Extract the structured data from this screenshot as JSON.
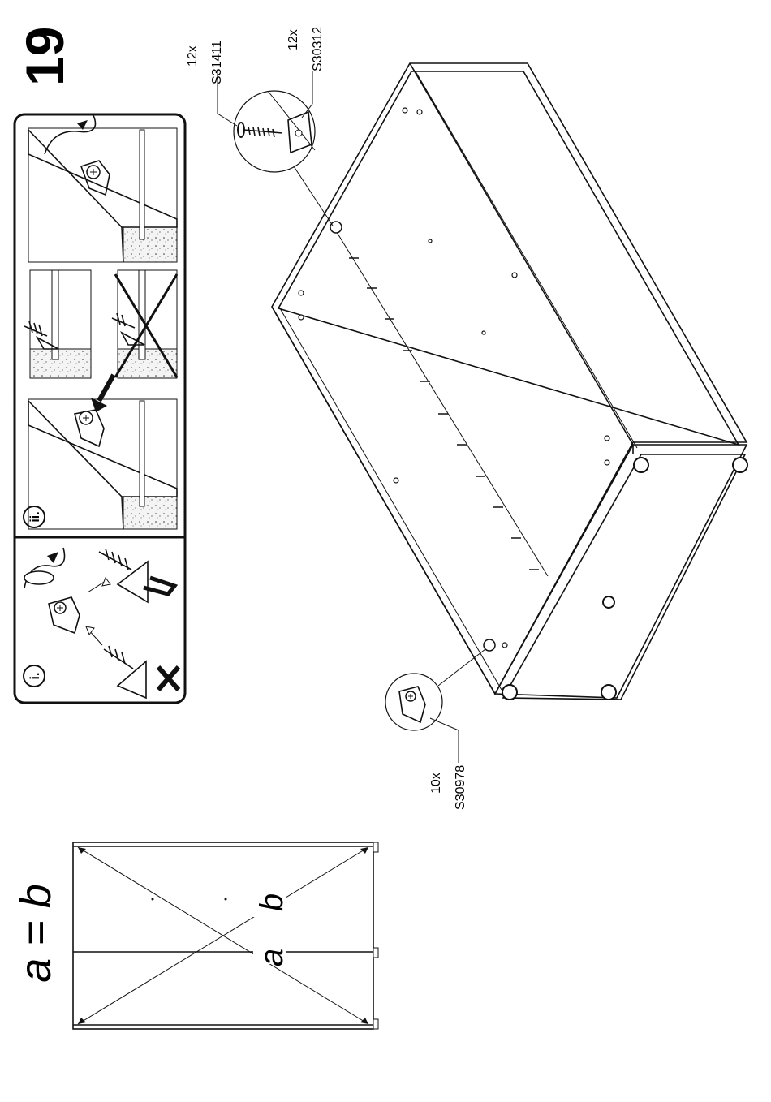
{
  "step": {
    "number": "19"
  },
  "callouts": {
    "screw": {
      "qty": "12x",
      "code": "S31411"
    },
    "plate": {
      "qty": "12x",
      "code": "S30312"
    },
    "cam": {
      "qty": "10x",
      "code": "S30978"
    }
  },
  "detail_panel": {
    "section_i": "i.",
    "section_ii": "ii."
  },
  "diagonal_check": {
    "formula": "a = b",
    "label_a": "a",
    "label_b": "b"
  }
}
